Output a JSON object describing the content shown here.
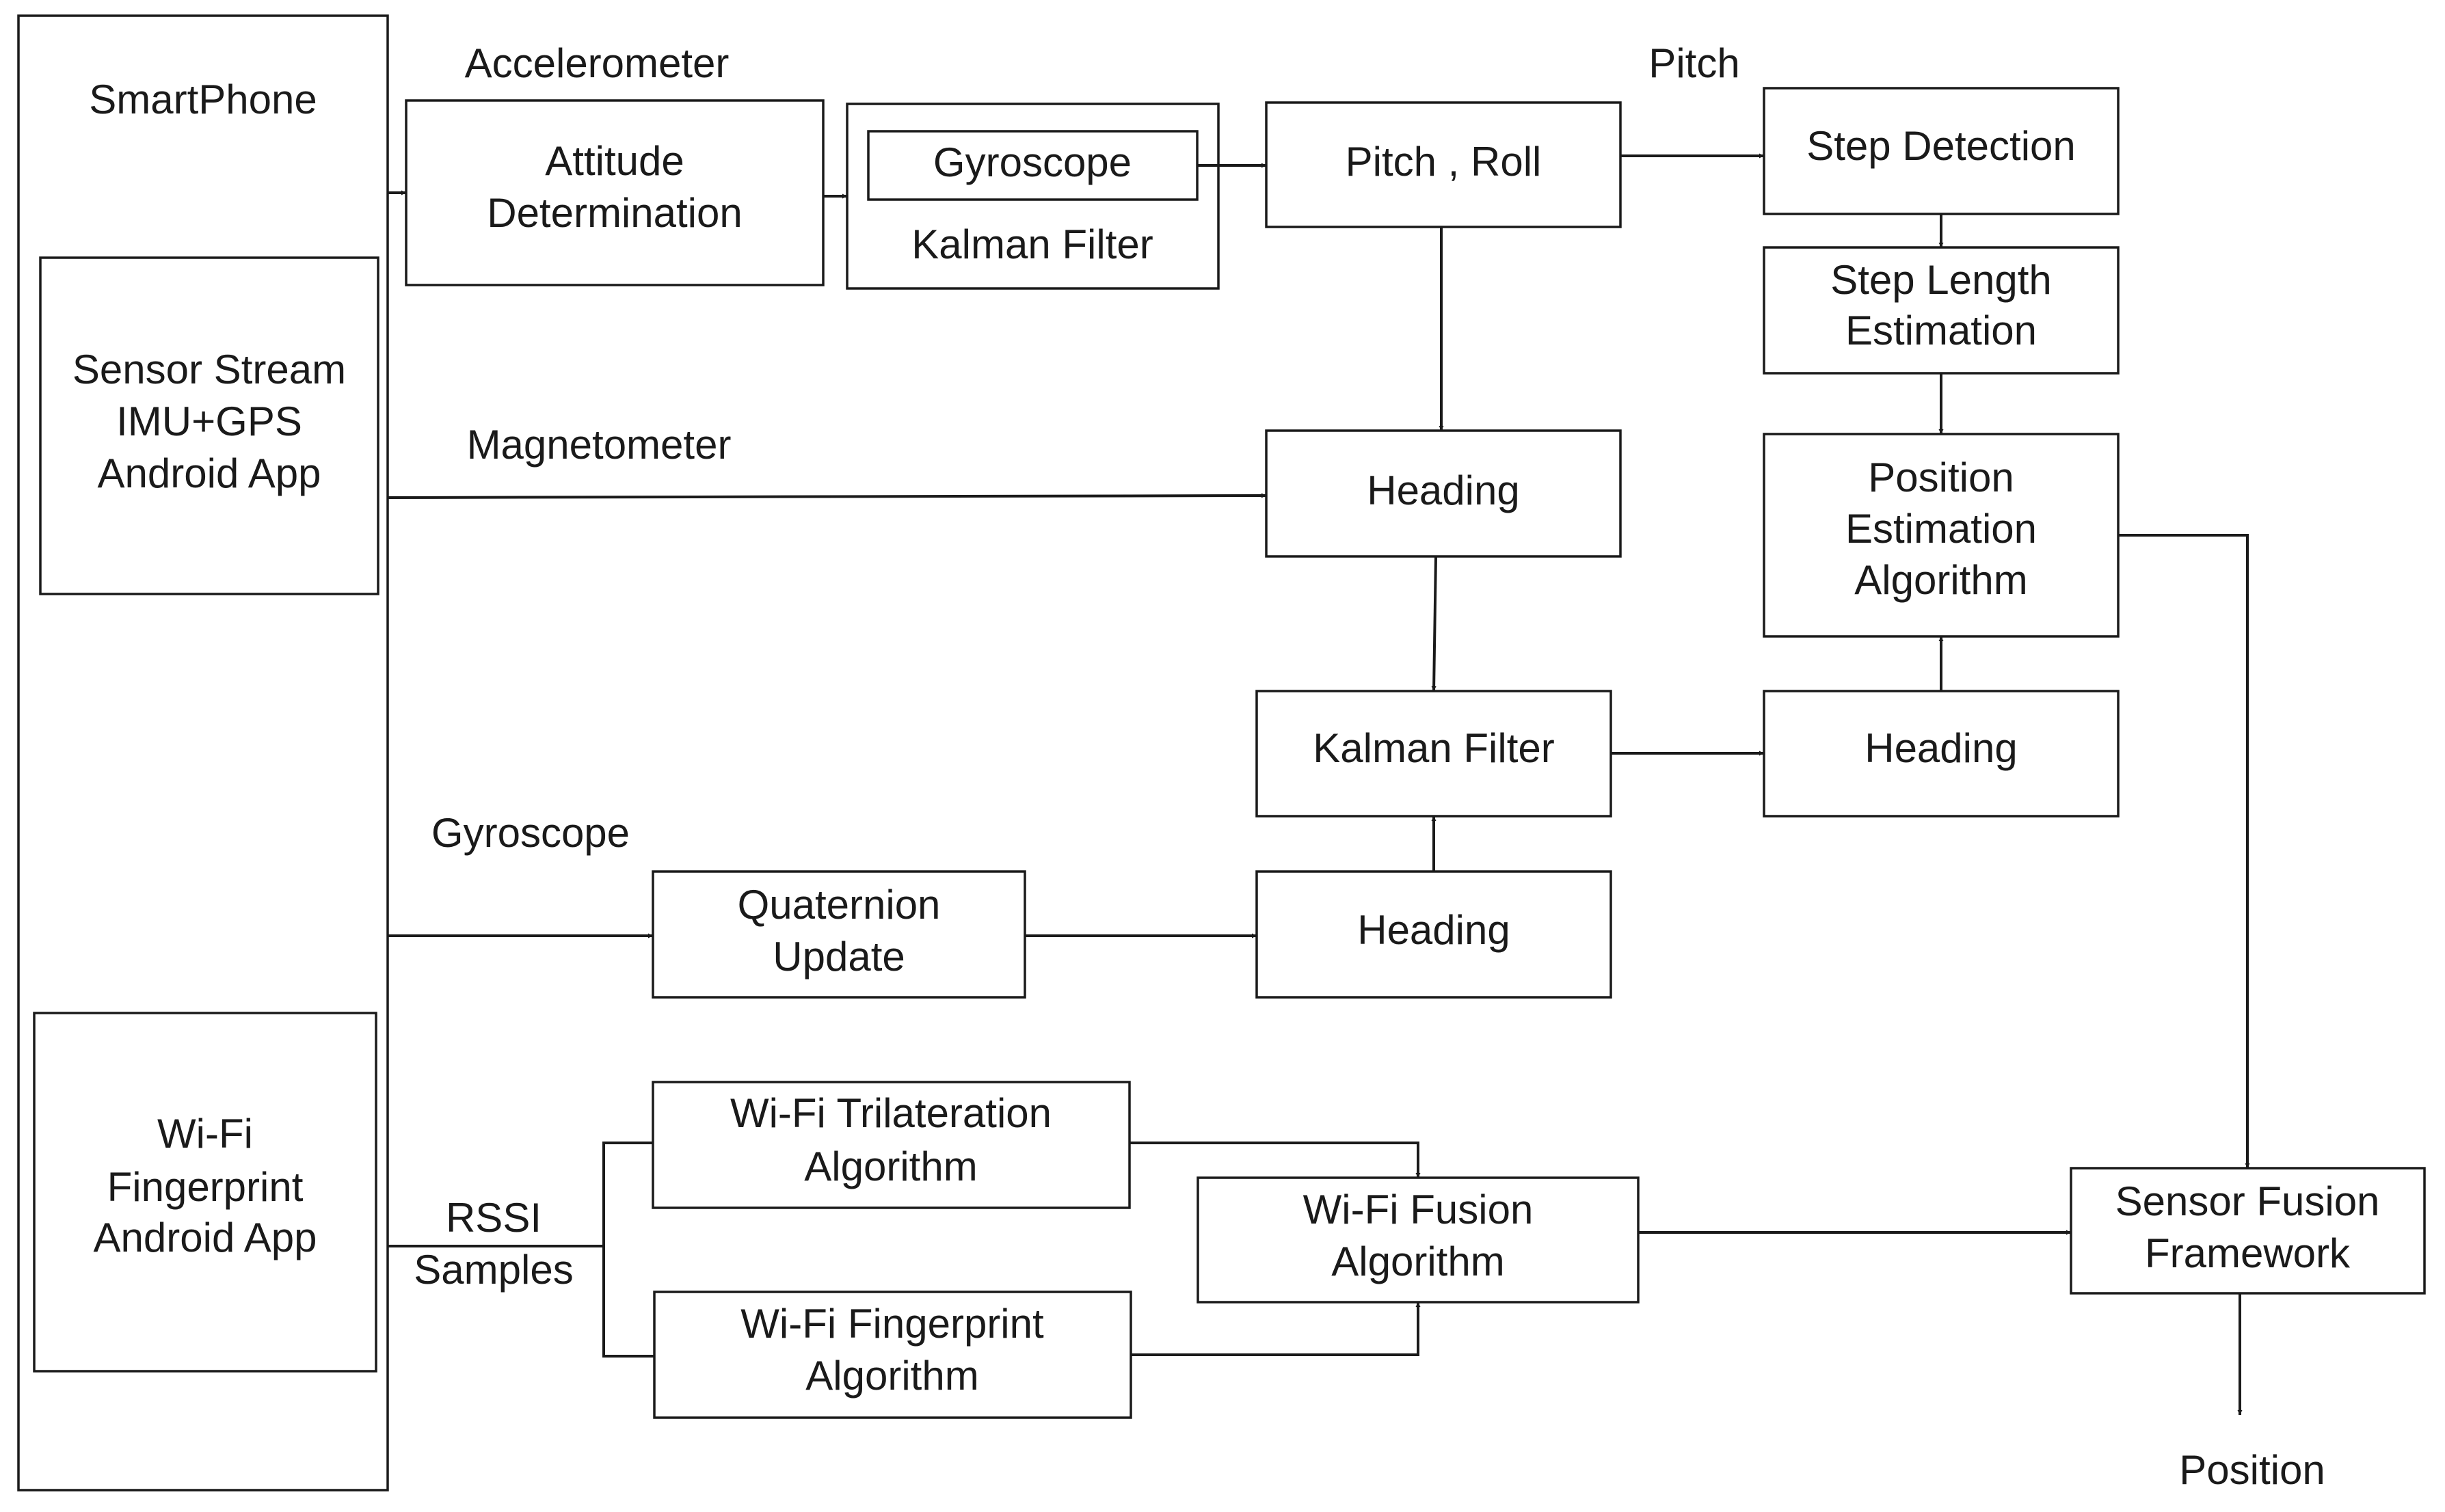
{
  "smartphone": {
    "title": "SmartPhone",
    "sensor_app": [
      "Sensor Stream",
      "IMU+GPS",
      "Android App"
    ],
    "wifi_app": [
      "Wi-Fi",
      "Fingerprint",
      "Android App"
    ]
  },
  "labels": {
    "accelerometer": "Accelerometer",
    "magnetometer": "Magnetometer",
    "gyroscope": "Gyroscope",
    "rssi": [
      "RSSI",
      "Samples"
    ],
    "pitch": "Pitch",
    "position": "Position"
  },
  "blocks": {
    "attitude": [
      "Attitude",
      "Determination"
    ],
    "gyro_inner": "Gyroscope",
    "kalman_top": "Kalman Filter",
    "pitch_roll": "Pitch , Roll",
    "heading_mag": "Heading",
    "kalman_mid": "Kalman Filter",
    "quaternion": [
      "Quaternion",
      "Update"
    ],
    "heading_gyro": "Heading",
    "step_detection": "Step Detection",
    "step_length": [
      "Step Length",
      "Estimation"
    ],
    "position_est": [
      "Position",
      "Estimation",
      "Algorithm"
    ],
    "heading_fused": "Heading",
    "wifi_trilat": [
      "Wi-Fi Trilateration",
      "Algorithm"
    ],
    "wifi_fp": [
      "Wi-Fi Fingerprint",
      "Algorithm"
    ],
    "wifi_fusion": [
      "Wi-Fi Fusion",
      "Algorithm"
    ],
    "sensor_fusion": [
      "Sensor Fusion",
      "Framework"
    ]
  }
}
